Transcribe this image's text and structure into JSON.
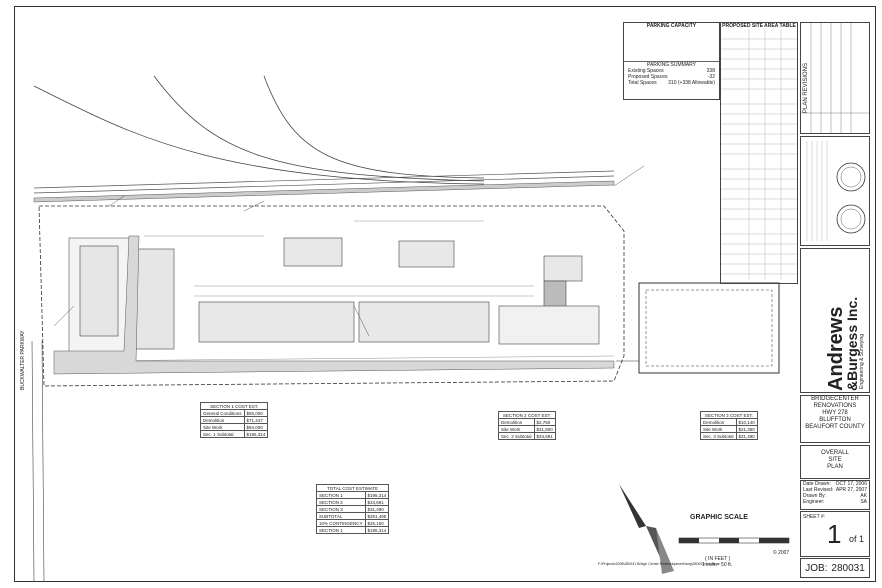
{
  "parking": {
    "title": "PARKING CAPACITY",
    "sub_title": "PARKING SUMMARY",
    "rows": [
      {
        "label": "Existing Spaces",
        "value": "338"
      },
      {
        "label": "Proposed Spaces",
        "value": "-32"
      },
      {
        "label": "Total Spaces",
        "value": "310 (+338 Allowable)"
      }
    ]
  },
  "site_area": {
    "title": "PROPOSED SITE AREA TABLE"
  },
  "revisions": {
    "title": "PLAN REVISIONS"
  },
  "firm": {
    "name_line1": "Andrews",
    "name_line2": "&Burgess Inc.",
    "tagline": "Engineering & Surveying"
  },
  "project": {
    "name": "BRIDGECENTER",
    "line2": "RENOVATIONS",
    "line3": "HWY 278",
    "line4": "BLUFFTON",
    "line5": "BEAUFORT COUNTY"
  },
  "sheet_title": {
    "line1": "OVERALL",
    "line2": "SITE",
    "line3": "PLAN"
  },
  "dates": [
    {
      "label": "Date Drawn:",
      "value": "OCT 17, 2006"
    },
    {
      "label": "Last Revised:",
      "value": "APR 27, 2007"
    },
    {
      "label": "Drawn By:",
      "value": "AK"
    },
    {
      "label": "Engineer:",
      "value": "SA"
    }
  ],
  "sheet": {
    "label": "SHEET #:",
    "number": "1",
    "of": "of 1"
  },
  "job": {
    "label": "JOB:",
    "number": "280031"
  },
  "road_label": "BUCKWALTER PARKWAY",
  "section_tables": [
    {
      "title": "SECTION 1 COST EST.",
      "rows": [
        [
          "General Conditions",
          "$55,000"
        ],
        [
          "Demolition",
          "$71,447"
        ],
        [
          "Site Work",
          "$94,000"
        ],
        [
          "Sec. 1 Subtotal",
          "$195,314"
        ]
      ]
    },
    {
      "title": "SECTION 2 COST EST.",
      "rows": [
        [
          "Demolition",
          "$2,750"
        ],
        [
          "Site Work",
          "$31,800"
        ],
        [
          "Sec. 2 Subtotal",
          "$34,691"
        ]
      ]
    },
    {
      "title": "SECTION 3 COST EST.",
      "rows": [
        [
          "Demolition",
          "$10,140"
        ],
        [
          "Site Work",
          "$21,350"
        ],
        [
          "Sec. 3 Subtotal",
          "$31,490"
        ]
      ]
    }
  ],
  "total_cost": {
    "title": "TOTAL COST ESTIMATE",
    "rows": [
      [
        "SECTION 1",
        "$195,314"
      ],
      [
        "SECTION 2",
        "$34,691"
      ],
      [
        "SECTION 3",
        "$31,490"
      ],
      [
        "SUBTOTAL",
        "$261,495"
      ],
      [
        "10% CONTINGENCY",
        "$26,150"
      ],
      [
        "SECTION 1",
        "$195,314"
      ]
    ]
  },
  "scale": {
    "title": "GRAPHIC SCALE",
    "note": "( IN FEET )",
    "ratio": "1 inch = 50 ft."
  },
  "copyright": "© 2007",
  "file_path": "F:\\Projects\\2008\\280031 Bridge Center Redevelopment\\dwg\\280031mst.dwg"
}
